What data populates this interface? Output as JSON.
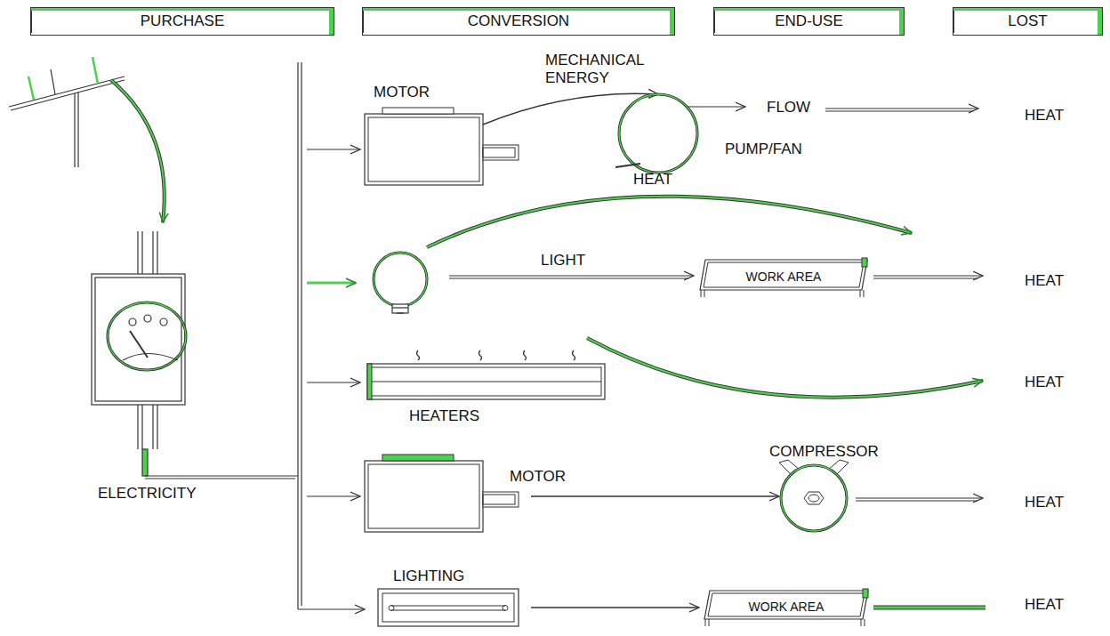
{
  "diagram": {
    "nodes": [
      {
        "text": [
          "PURCHASE"
        ]
      },
      {
        "text": [
          "CONVERSION"
        ]
      },
      {
        "text": [
          "END-USE"
        ]
      },
      {
        "text": [
          "LOST"
        ]
      },
      {
        "text": [
          "MOTOR"
        ]
      },
      {
        "text": [
          "PUMP/FAN"
        ]
      },
      {
        "text": [
          "WORK AREA"
        ]
      },
      {
        "text": [
          "HEATERS"
        ]
      },
      {
        "text": [
          "MOTOR"
        ]
      },
      {
        "text": [
          "COMPRESSOR"
        ]
      },
      {
        "text": [
          "LIGHTING"
        ]
      },
      {
        "text": [
          "WORK AREA"
        ]
      }
    ],
    "edges": [
      {
        "from": 4,
        "to": 5,
        "arrow": "to",
        "label": "MECHANICAL ENERGY"
      },
      {
        "from": 8,
        "to": 9,
        "arrow": "to"
      },
      {
        "from": 10,
        "to": 11,
        "arrow": "to"
      }
    ],
    "labels": [
      "FLOW",
      "HEAT",
      "HEAT",
      "LIGHT",
      "HEAT",
      "HEAT",
      "HEAT",
      "HEAT",
      "ELECTRICITY"
    ]
  }
}
